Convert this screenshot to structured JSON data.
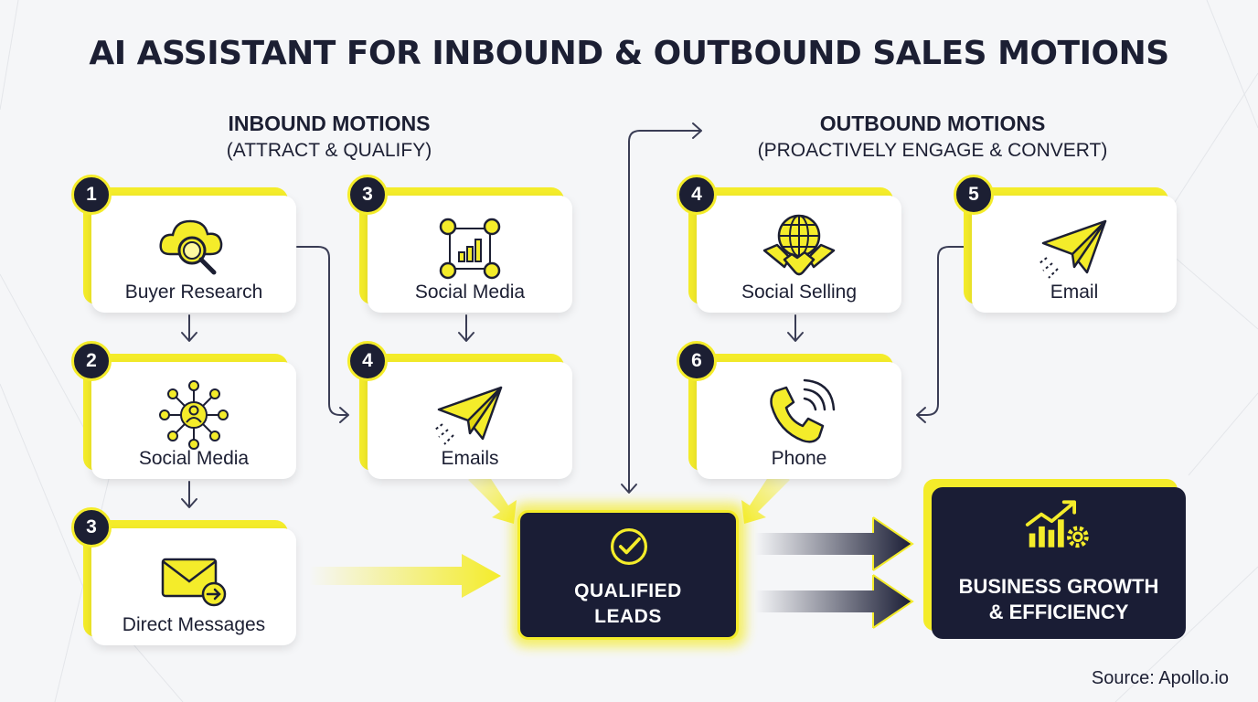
{
  "title": "AI ASSISTANT FOR INBOUND & OUTBOUND SALES MOTIONS",
  "inbound": {
    "heading": "INBOUND MOTIONS",
    "subheading": "(ATTRACT & QUALIFY)",
    "steps": [
      {
        "number": "1",
        "label": "Buyer Research",
        "icon": "cloud-search-icon"
      },
      {
        "number": "2",
        "label": "Social Media",
        "icon": "network-icon"
      },
      {
        "number": "3",
        "label": "Direct Messages",
        "icon": "envelope-icon"
      },
      {
        "number": "3",
        "label": "Social Media",
        "icon": "chart-network-icon"
      },
      {
        "number": "4",
        "label": "Emails",
        "icon": "paper-plane-icon"
      }
    ]
  },
  "outbound": {
    "heading": "OUTBOUND MOTIONS",
    "subheading": "(PROACTIVELY ENGAGE & CONVERT)",
    "steps": [
      {
        "number": "4",
        "label": "Social Selling",
        "icon": "globe-handshake-icon"
      },
      {
        "number": "5",
        "label": "Email",
        "icon": "paper-plane-icon"
      },
      {
        "number": "6",
        "label": "Phone",
        "icon": "phone-icon"
      }
    ]
  },
  "qualified_leads": {
    "line1": "QUALIFIED",
    "line2": "LEADS",
    "icon": "check-circle-icon"
  },
  "outcome": {
    "line1": "BUSINESS GROWTH",
    "line2": "& EFFICIENCY",
    "icon": "growth-gear-icon"
  },
  "source": "Source: Apollo.io",
  "colors": {
    "accent": "#f4ec2a",
    "dark": "#1a1d35",
    "text": "#1c1f33",
    "background": "#f5f6f8"
  }
}
